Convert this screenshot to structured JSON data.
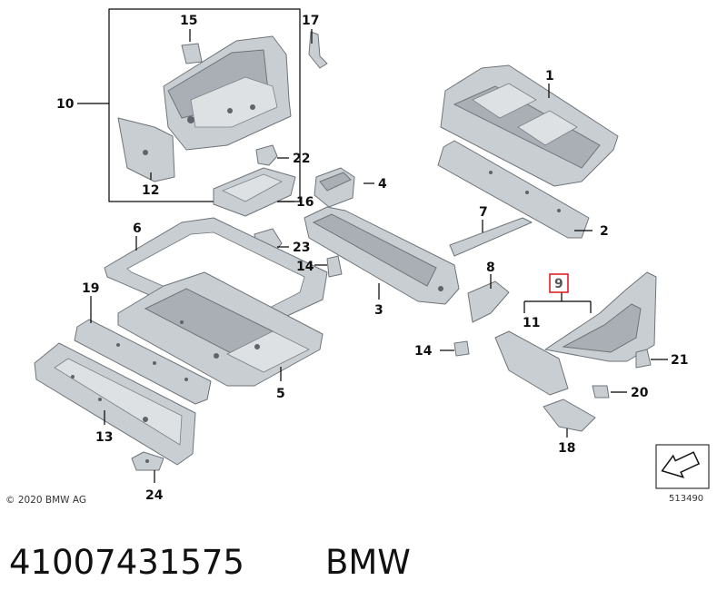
{
  "callouts": {
    "c1": "1",
    "c2": "2",
    "c3": "3",
    "c4": "4",
    "c5": "5",
    "c6": "6",
    "c7": "7",
    "c8": "8",
    "c9": "9",
    "c10": "10",
    "c11": "11",
    "c12": "12",
    "c13": "13",
    "c14a": "14",
    "c14b": "14",
    "c15": "15",
    "c16": "16",
    "c17": "17",
    "c18": "18",
    "c19": "19",
    "c20": "20",
    "c21": "21",
    "c22": "22",
    "c23": "23",
    "c24": "24"
  },
  "copyright": "© 2020 BMW AG",
  "diagram_number": "513490",
  "footer": {
    "part_number": "41007431575",
    "brand": "BMW"
  },
  "colors": {
    "highlight": "#e0202a",
    "part_fill": "#c9ced3"
  },
  "icons": {
    "navigation_arrow": "arrow-icon"
  }
}
